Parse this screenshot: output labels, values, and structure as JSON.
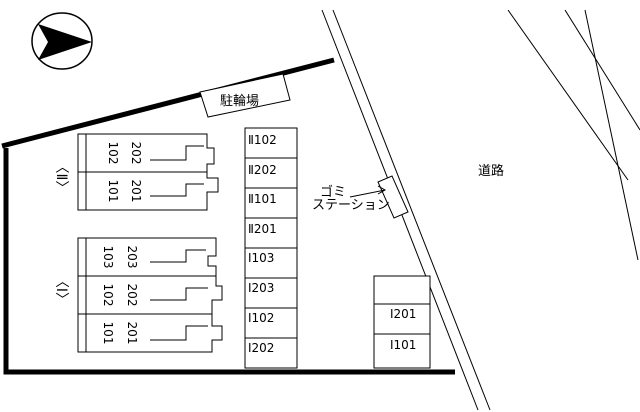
{
  "compass": {
    "icon": "north-arrow-icon"
  },
  "bicycle_parking": "駐輪場",
  "road": "道路",
  "garbage_station": {
    "line1": "ゴミ",
    "line2": "ステーション"
  },
  "buildings": [
    {
      "group": "〈Ⅱ〉",
      "units": [
        {
          "top": "202",
          "bottom": "102"
        },
        {
          "top": "201",
          "bottom": "101"
        }
      ]
    },
    {
      "group": "〈Ⅰ〉",
      "units": [
        {
          "top": "203",
          "bottom": "103"
        },
        {
          "top": "202",
          "bottom": "102"
        },
        {
          "top": "201",
          "bottom": "101"
        }
      ]
    }
  ],
  "parking_spaces": [
    "Ⅱ102",
    "Ⅱ202",
    "Ⅱ101",
    "Ⅱ201",
    "Ⅰ103",
    "Ⅰ203",
    "Ⅰ102",
    "Ⅰ202"
  ],
  "parking_right": [
    "Ⅰ201",
    "Ⅰ101"
  ]
}
